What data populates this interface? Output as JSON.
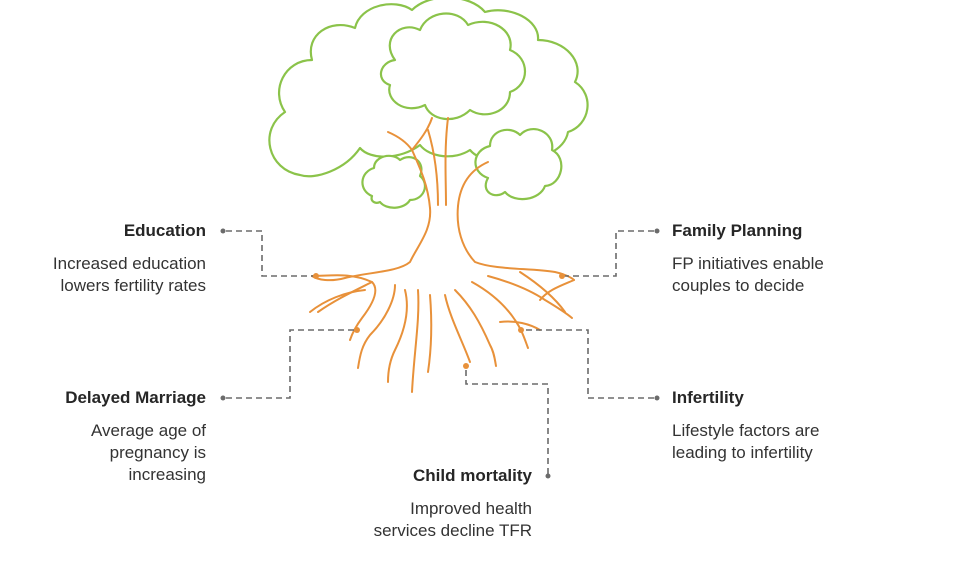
{
  "colors": {
    "canopy": "#8bc34a",
    "trunk": "#e8913a",
    "connector": "#6b6b6b",
    "text": "#262626"
  },
  "icon": "tree-with-roots",
  "factors": {
    "education": {
      "title": "Education",
      "desc": "Increased education lowers fertility rates"
    },
    "family_planning": {
      "title": "Family Planning",
      "desc": "FP initiatives enable couples to decide"
    },
    "delayed_marriage": {
      "title": "Delayed Marriage",
      "desc": "Average age of pregnancy is increasing"
    },
    "infertility": {
      "title": "Infertility",
      "desc": "Lifestyle factors are leading to infertility"
    },
    "child_mortality": {
      "title": "Child mortality",
      "desc": "Improved health services decline TFR"
    }
  }
}
